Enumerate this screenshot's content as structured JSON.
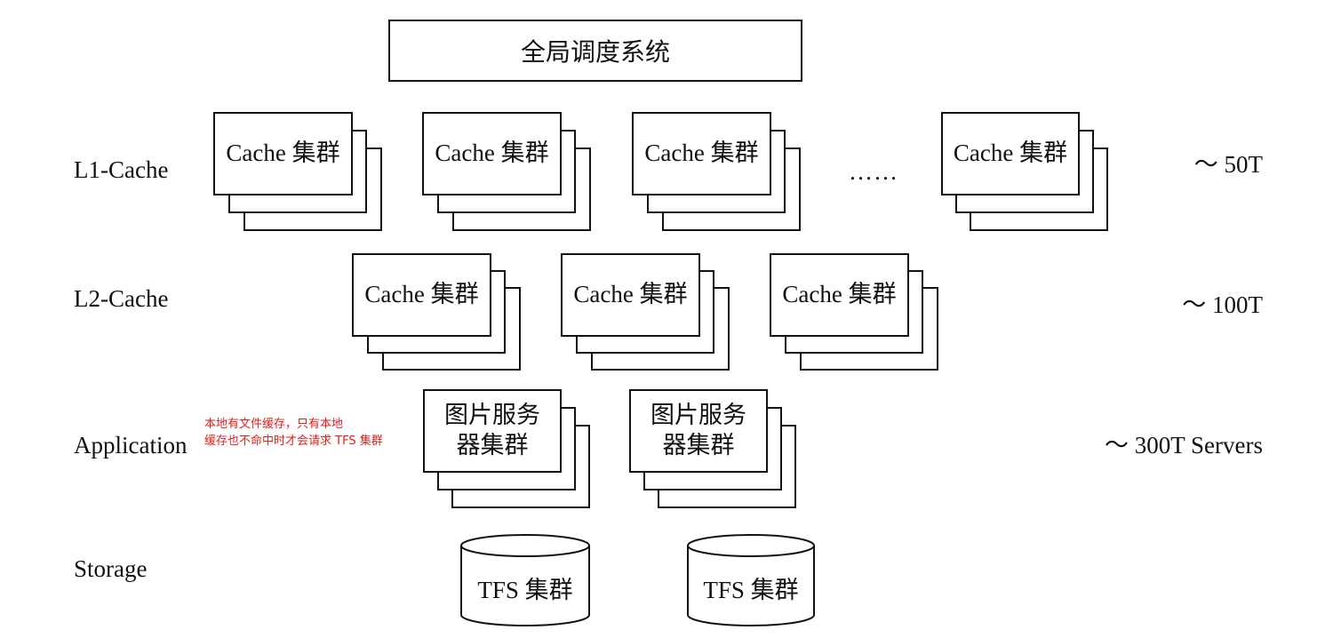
{
  "top": {
    "title": "全局调度系统"
  },
  "layers": {
    "l1": "L1-Cache",
    "l2": "L2-Cache",
    "app": "Application",
    "storage": "Storage"
  },
  "capacities": {
    "l1": "～ 50T",
    "l2": "～ 100T",
    "app": "～ 300T Servers"
  },
  "l1_clusters": [
    "Cache 集群",
    "Cache 集群",
    "Cache 集群",
    "Cache 集群"
  ],
  "l1_ellipsis": "……",
  "l2_clusters": [
    "Cache 集群",
    "Cache 集群",
    "Cache 集群"
  ],
  "app_clusters": [
    "图片服务器集群",
    "图片服务器集群"
  ],
  "storage_clusters": [
    "TFS 集群",
    "TFS 集群"
  ],
  "note": {
    "line1": "本地有文件缓存，只有本地",
    "line2": "缓存也不命中时才会请求 TFS 集群",
    "color": "#e0201b"
  }
}
